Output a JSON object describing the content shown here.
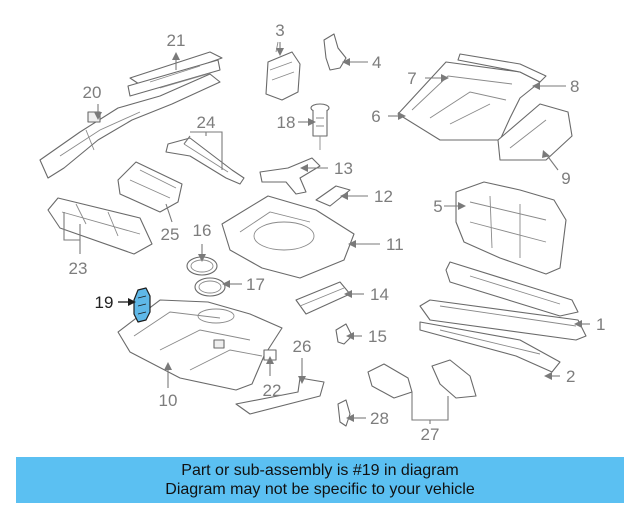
{
  "diagram": {
    "callouts": {
      "c1": "1",
      "c2": "2",
      "c3": "3",
      "c4": "4",
      "c5": "5",
      "c6": "6",
      "c7": "7",
      "c8": "8",
      "c9": "9",
      "c10": "10",
      "c11": "11",
      "c12": "12",
      "c13": "13",
      "c14": "14",
      "c15": "15",
      "c16": "16",
      "c17": "17",
      "c18": "18",
      "c19": "19",
      "c20": "20",
      "c21": "21",
      "c22": "22",
      "c23": "23",
      "c24": "24",
      "c25": "25",
      "c26": "26",
      "c27": "27",
      "c28": "28"
    },
    "highlighted_part": "19",
    "highlight_color": "#5fb8e8"
  },
  "banner": {
    "line1": "Part or sub-assembly is #19 in diagram",
    "line2": "Diagram may not be specific to your vehicle",
    "background_color": "#5bc0f2"
  }
}
